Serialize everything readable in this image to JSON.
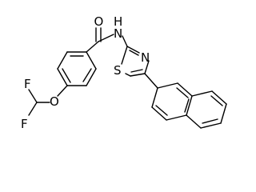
{
  "molecule": {
    "atoms": {
      "oxygen_carbonyl": "O",
      "nitrogen_amide": "N",
      "hydrogen_amide": "H",
      "nitrogen_thiazole": "N",
      "sulfur_thiazole": "S",
      "oxygen_ether": "O",
      "fluorine_upper": "F",
      "fluorine_lower": "F"
    }
  }
}
